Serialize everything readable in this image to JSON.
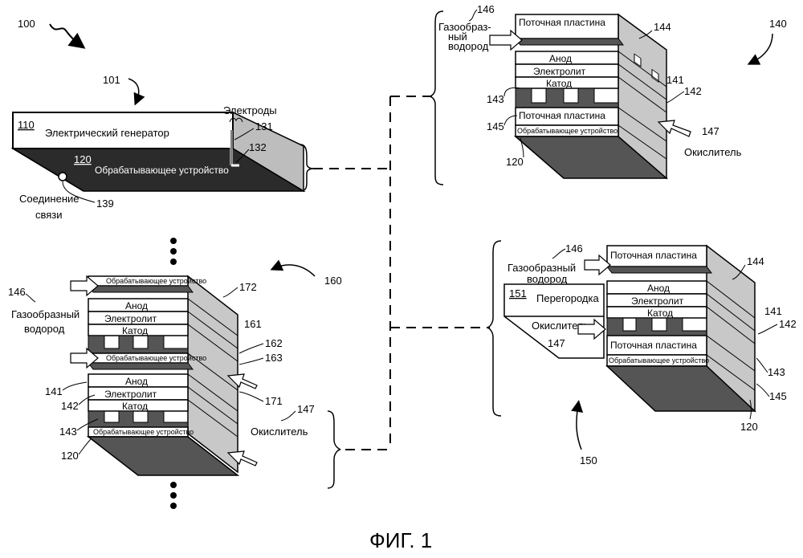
{
  "figure_caption": "ФИГ. 1",
  "ref_numbers": {
    "system": "100",
    "generator_device": "101",
    "generator_box": "110",
    "processor": "120",
    "electrode_a": "131",
    "electrode_b": "132",
    "comm_link": "139",
    "cell_140": "140",
    "anode": "141",
    "electrolyte": "142",
    "cathode": "143",
    "flow_plate_top": "144",
    "flow_plate_bottom": "145",
    "hydrogen": "146",
    "oxidizer": "147",
    "cell_150": "150",
    "partition": "151",
    "stack_160": "160",
    "layer_161": "161",
    "layer_162": "162",
    "layer_163": "163",
    "layer_171": "171",
    "layer_172": "172"
  },
  "labels": {
    "electric_generator": "Электрический генератор",
    "processing_device": "Обрабатывающее устройство",
    "electrodes": "Электроды",
    "comm_link_line1": "Соединение",
    "comm_link_line2": "связи",
    "flow_plate": "Поточная пластина",
    "anode": "Анод",
    "electrolyte": "Электролит",
    "cathode": "Катод",
    "oxidizer": "Окислитель",
    "partition": "Перегородка",
    "hydrogen_split_1": "Газообраз-",
    "hydrogen_split_2": "ный",
    "hydrogen_split_3": "водород",
    "hydrogen_line1": "Газообразный",
    "hydrogen_line2": "водород"
  }
}
